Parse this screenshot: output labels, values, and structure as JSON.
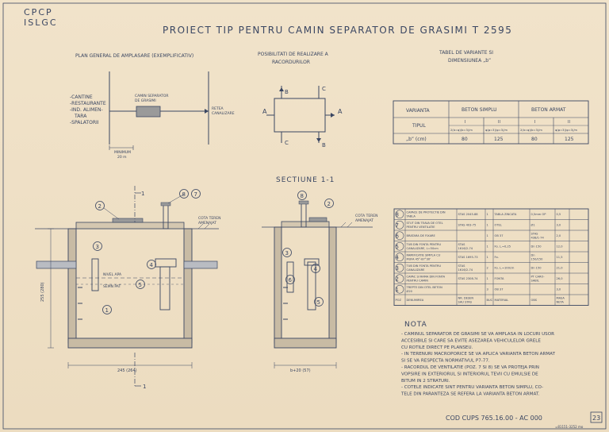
{
  "header": {
    "org_line1": "CPCP",
    "org_line2": "ISLGC",
    "title": "PROIECT TIP PENTRU CAMIN SEPARATOR DE GRASIMI T 2595"
  },
  "plan": {
    "title": "PLAN GENERAL DE AMPLASARE (EXEMPLIFICATIV)",
    "source_lines": [
      "-CANTINE",
      "-RESTAURANTE",
      "-IND. ALIMEN-",
      "TARA",
      "-SPALATORII"
    ],
    "separator_label_1": "CAMIN SEPARATOR",
    "separator_label_2": "DE GRASIMI",
    "network_1": "RETEA",
    "network_2": "CANALIZARE",
    "min_label": "MINIMUM",
    "min_value": "20 m"
  },
  "connections": {
    "title_1": "POSIBILITATI DE REALIZARE A",
    "title_2": "RACORDURILOR",
    "letters": {
      "a": "A",
      "b": "B",
      "c": "C"
    }
  },
  "variants": {
    "title_1": "TABEL DE VARIANTE SI",
    "title_2": "DIMENSIUNEA „b”",
    "h_variant": "VARIANTA",
    "h_simplu": "BETON SIMPLU",
    "h_armat": "BETON ARMAT",
    "h_tipul": "TIPUL",
    "roman": [
      "I",
      "II",
      "I",
      "II"
    ],
    "sub": [
      "2(b=φ)(b=3)/m",
      "φ(φ=3)(φ=3)/m",
      "2(b=φ)(b=3)/m",
      "φ(φ=3)(φ=3)/m"
    ],
    "b_label": "„b” (cm)",
    "b_values": [
      "80",
      "125",
      "80",
      "125"
    ]
  },
  "section": {
    "title": "SECTIUNE 1-1",
    "cota_1": "COTA TEREN",
    "cota_2": "AMENAJAT",
    "water_1": "NIVEL APA",
    "water_2": "SEMN PAT",
    "cut_label": "1",
    "dim_bottom_left": "245 (264)",
    "dim_bottom_right": "b+20 (57)",
    "dim_side": "255 (280)",
    "markers": [
      "1",
      "2",
      "3",
      "4",
      "5",
      "6",
      "7",
      "8"
    ]
  },
  "legend": {
    "rows": [
      {
        "poz": "8",
        "den": "CAPACE DE PROTECTIE DIN TABLA",
        "std": "STAS 2045-88",
        "buc": "1",
        "mat": "TABLA ZINCATA",
        "obs": "0,5mm OP",
        "mas": "0,5"
      },
      {
        "poz": "7",
        "den": "STUT DIN TEAVA DE OTEL PENTRU VENTILATIE",
        "std": "STAS 403-75",
        "buc": "1",
        "mat": "OTEL",
        "obs": "Ø1",
        "mas": "3,0"
      },
      {
        "poz": "6",
        "den": "BRATARA DE FIXARE",
        "std": "",
        "buc": "1",
        "mat": "OB 37",
        "obs": "STAS 438/1-74",
        "mas": "2,0"
      },
      {
        "poz": "5",
        "den": "TUB DIN FONTA PENTRU CANALIZARE, L=50cm",
        "std": "STAS 1616/2-74",
        "buc": "1",
        "mat": "Fo. L.=0,25",
        "obs": "Dn 150",
        "mas": "12,0"
      },
      {
        "poz": "4",
        "den": "RAMIFICATIE SIMPLA CU MUFA 45°-87°30'",
        "std": "STAS 1695-73",
        "buc": "1",
        "mat": "Fo.",
        "obs": "Dn 150/150",
        "mas": "11,5"
      },
      {
        "poz": "3",
        "den": "TUB DIN FONTA PENTRU CANALIZARE",
        "std": "STAS 1616/2-74",
        "buc": "2",
        "mat": "Fo. L.=100cm",
        "obs": "Dn 150",
        "mas": "21,0"
      },
      {
        "poz": "2",
        "den": "CAPAC SI RAMA DIN FONTA PENTRU CAMIN (CARAROSABIL, TIP I)",
        "std": "STAS 2308-74",
        "buc": "1",
        "mat": "FONTA",
        "obs": "PT CARO- SABIL",
        "mas": "26,0"
      },
      {
        "poz": "1",
        "den": "TREPTE DIN OTEL BETON Ø20",
        "std": "",
        "buc": "3",
        "mat": "OB 37",
        "obs": "",
        "mas": "3,0"
      }
    ],
    "head": {
      "poz": "POZ",
      "den": "DENUMIREA",
      "std": "NR. DESEN SAU STAS",
      "buc": "BUC",
      "mat": "MATERIAL",
      "obs": "OBS",
      "mas": "MASA NETA kg/buc"
    }
  },
  "notes": {
    "title": "NOTA",
    "lines": [
      "- CAMINUL SEPARATOR DE GRASIMI SE VA AMPLASA IN LOCURI USOR",
      "  ACCESIBILE SI CARE SA EVITE ASEZAREA VEHICULELOR GRELE",
      "  CU ROTILE DIRECT PE PLANSEU.",
      "- IN TERENURI MACROPORICE SE VA APLICA VARIANTA BETON ARMAT",
      "  SI SE VA RESPECTA NORMATIVUL P7-77.",
      "- RACORDUL DE VENTILATIE (POZ. 7 SI 8) SE VA PROTEJA PRIN",
      "  VOPSIRE IN EXTERIORUL SI INTERIORUL TEVII CU EMULSIE DE",
      "  BITUM IN 2 STRATURI.",
      "- COTELE INDICATE SINT PENTRU VARIANTA BETON SIMPLU, CO-",
      "  TELE DIN PARANTEZA SE REFERA LA VARIANTA BETON ARMAT."
    ]
  },
  "footer": {
    "code": "COD CUPS 765.16.00 - AC 000",
    "page": "23",
    "stamp": "=81151-3252 mo"
  }
}
